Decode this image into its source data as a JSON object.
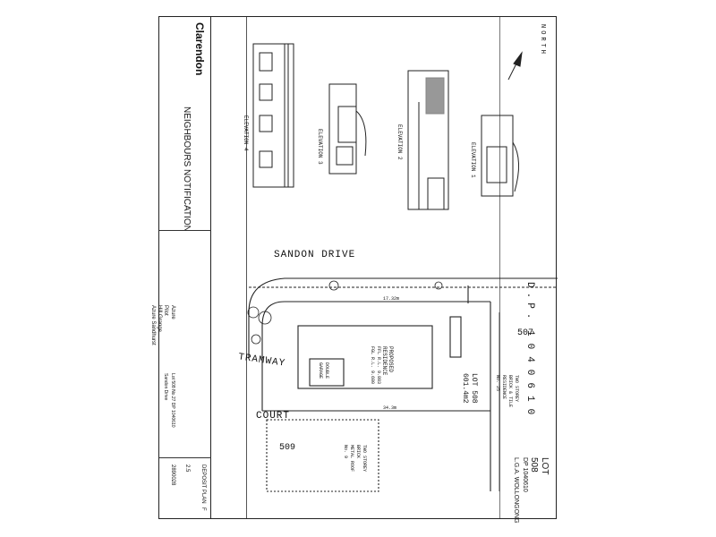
{
  "title_block": {
    "company": "Clarendon",
    "doc_title": "NEIGHBOURS NOTIFICATION",
    "client_name": "Azure",
    "client_range": "Pilot",
    "client_style": "Hill Grange",
    "facade": "Azure Sandhurst",
    "address_line1": "Lot 508 No.27 DP 1040610",
    "address_line2": "Sandon Drive",
    "sheet_type": "DEPOSIT PLAN",
    "scale": "2.5",
    "job_no": "2890028",
    "rev": "F"
  },
  "elevations": {
    "e1": "ELEVATION 1",
    "e2": "ELEVATION 2",
    "e3": "ELEVATION 3",
    "e4": "ELEVATION 4"
  },
  "site": {
    "north_label": "NORTH",
    "road_top": "SANDON DRIVE",
    "road_left_1": "TRAMWAY",
    "road_left_2": "COURT",
    "lot_label": "LOT 508",
    "lot_area": "601.4m2",
    "lot_other": "509",
    "dp_prefix": "D.P.",
    "dp_number": "1040610",
    "top_right_lot": "507",
    "residence_1": "PROPOSED",
    "residence_2": "RESIDENCE",
    "residence_3": "FFL R.L. 9.883",
    "residence_4": "FGL R.L. 9.680",
    "garage_1": "DOUBLE",
    "garage_2": "GARAGE",
    "neighbour_1_a": "TWO STOREY",
    "neighbour_1_b": "BRICK & TILE",
    "neighbour_1_c": "RESIDENCE",
    "neighbour_1_d": "No. 25",
    "neighbour_2_a": "TWO STOREY",
    "neighbour_2_b": "BRICK",
    "neighbour_2_c": "METAL ROOF",
    "neighbour_2_d": "No. 9",
    "side_dim": "34.3m",
    "front_dim": "17.32m"
  },
  "lot_box": {
    "lot": "LOT",
    "number": "508",
    "dp": "DP 1040610",
    "lga": "L.G.A. WOLLONGONG"
  }
}
